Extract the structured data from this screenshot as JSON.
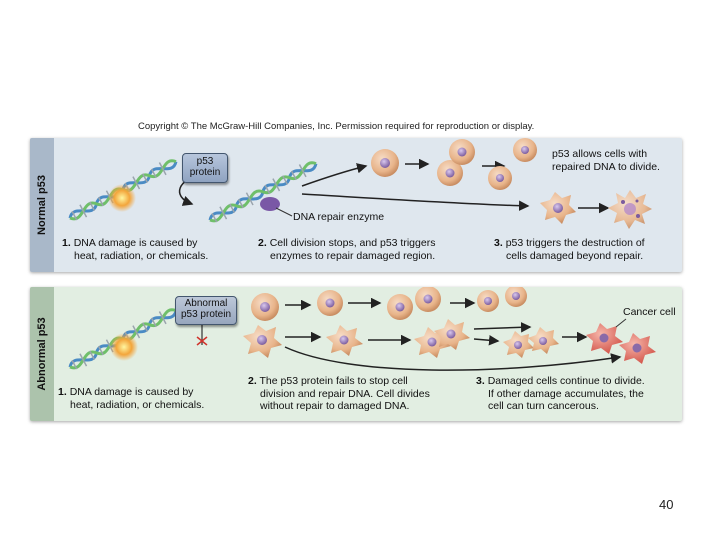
{
  "copyright": "Copyright © The McGraw-Hill Companies, Inc. Permission required for reproduction or display.",
  "normal_panel": {
    "label": "Normal p53",
    "protein_line1": "p53",
    "protein_line2": "protein",
    "enzyme_label": "DNA repair enzyme",
    "note_line1": "p53 allows cells with",
    "note_line2": "repaired DNA to divide.",
    "steps": [
      {
        "num": "1.",
        "line1": "DNA damage is caused by",
        "line2": "heat, radiation, or chemicals."
      },
      {
        "num": "2.",
        "line1": "Cell division stops, and p53 triggers",
        "line2": "enzymes to repair damaged region."
      },
      {
        "num": "3.",
        "line1": "p53 triggers the destruction of",
        "line2": "cells damaged beyond repair."
      }
    ]
  },
  "abnormal_panel": {
    "label": "Abnormal p53",
    "protein_line1": "Abnormal",
    "protein_line2": "p53 protein",
    "cancer_label": "Cancer cell",
    "steps": [
      {
        "num": "1.",
        "line1": "DNA damage is caused by",
        "line2": "heat, radiation, or chemicals."
      },
      {
        "num": "2.",
        "line1": "The p53 protein fails to stop cell",
        "line2": "division and repair DNA. Cell divides",
        "line3": "without repair to damaged DNA."
      },
      {
        "num": "3.",
        "line1": "Damaged cells continue to divide.",
        "line2": "If other damage accumulates, the",
        "line3": "cell can turn cancerous."
      }
    ]
  },
  "page_number": "40",
  "colors": {
    "normal_bg": "#dfe7ee",
    "normal_sidebar": "#a9b8c9",
    "abnormal_bg": "#e2eee2",
    "abnormal_sidebar": "#acc3ac",
    "cell": "#e8b48a",
    "nucleus": "#8a6aa8",
    "cancer_cell": "#e27a6f"
  }
}
